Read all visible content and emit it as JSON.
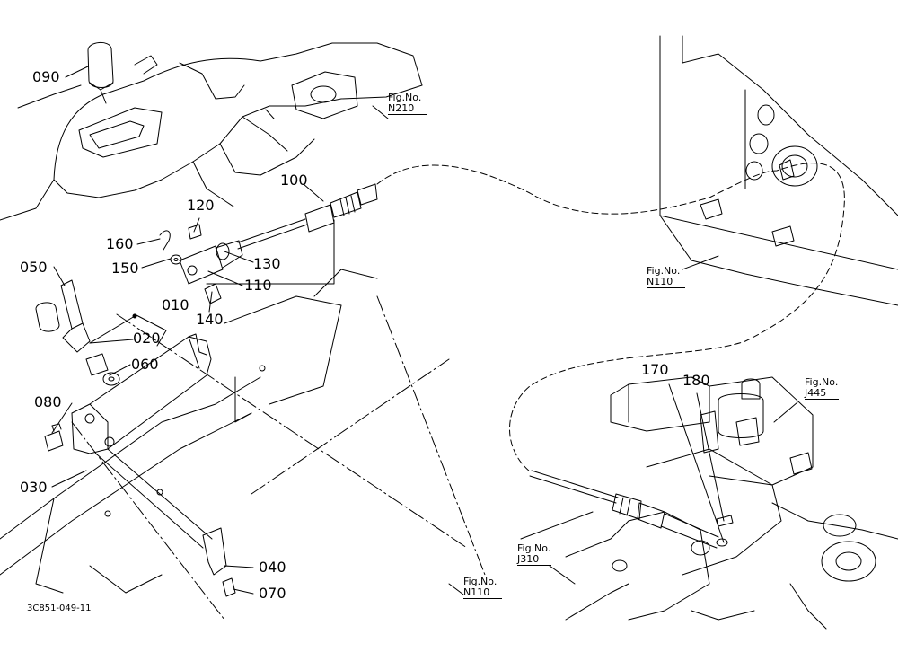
{
  "parts": {
    "p090": "090",
    "p100": "100",
    "p120": "120",
    "p160": "160",
    "p150": "150",
    "p130": "130",
    "p110": "110",
    "p050": "050",
    "p140": "140",
    "p010": "010",
    "p020": "020",
    "p060": "060",
    "p080": "080",
    "p030": "030",
    "p040": "040",
    "p070": "070",
    "p170": "170",
    "p180": "180"
  },
  "figure_refs": {
    "fig_label": "Fig.No.",
    "n210": "N210",
    "n110_upper": "N110",
    "j445": "J445",
    "j310": "J310",
    "n110_lower": "N110"
  },
  "document_code": "3C851-049-11"
}
